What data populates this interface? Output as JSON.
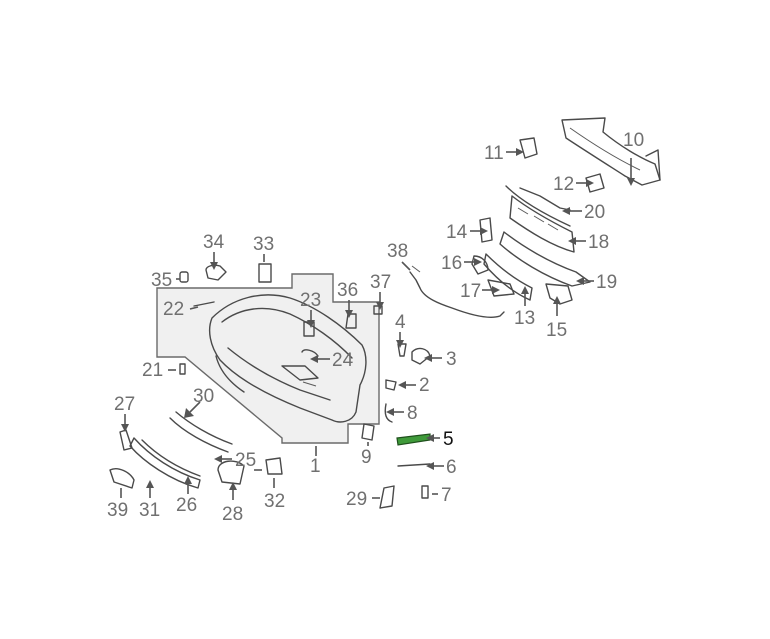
{
  "diagram": {
    "highlight_color": "#3f9a3a",
    "callouts": [
      {
        "id": "1",
        "label": "1"
      },
      {
        "id": "2",
        "label": "2"
      },
      {
        "id": "3",
        "label": "3"
      },
      {
        "id": "4",
        "label": "4"
      },
      {
        "id": "5",
        "label": "5",
        "highlighted": true
      },
      {
        "id": "6",
        "label": "6"
      },
      {
        "id": "7",
        "label": "7"
      },
      {
        "id": "8",
        "label": "8"
      },
      {
        "id": "9",
        "label": "9"
      },
      {
        "id": "10",
        "label": "10"
      },
      {
        "id": "11",
        "label": "11"
      },
      {
        "id": "12",
        "label": "12"
      },
      {
        "id": "13",
        "label": "13"
      },
      {
        "id": "14",
        "label": "14"
      },
      {
        "id": "15",
        "label": "15"
      },
      {
        "id": "16",
        "label": "16"
      },
      {
        "id": "17",
        "label": "17"
      },
      {
        "id": "18",
        "label": "18"
      },
      {
        "id": "19",
        "label": "19"
      },
      {
        "id": "20",
        "label": "20"
      },
      {
        "id": "21",
        "label": "21"
      },
      {
        "id": "22",
        "label": "22"
      },
      {
        "id": "23",
        "label": "23"
      },
      {
        "id": "24",
        "label": "24"
      },
      {
        "id": "25",
        "label": "25"
      },
      {
        "id": "26",
        "label": "26"
      },
      {
        "id": "27",
        "label": "27"
      },
      {
        "id": "28",
        "label": "28"
      },
      {
        "id": "29",
        "label": "29"
      },
      {
        "id": "30",
        "label": "30"
      },
      {
        "id": "31",
        "label": "31"
      },
      {
        "id": "32",
        "label": "32"
      },
      {
        "id": "33",
        "label": "33"
      },
      {
        "id": "34",
        "label": "34"
      },
      {
        "id": "35",
        "label": "35"
      },
      {
        "id": "36",
        "label": "36"
      },
      {
        "id": "37",
        "label": "37"
      },
      {
        "id": "38",
        "label": "38"
      },
      {
        "id": "39",
        "label": "39"
      }
    ]
  }
}
